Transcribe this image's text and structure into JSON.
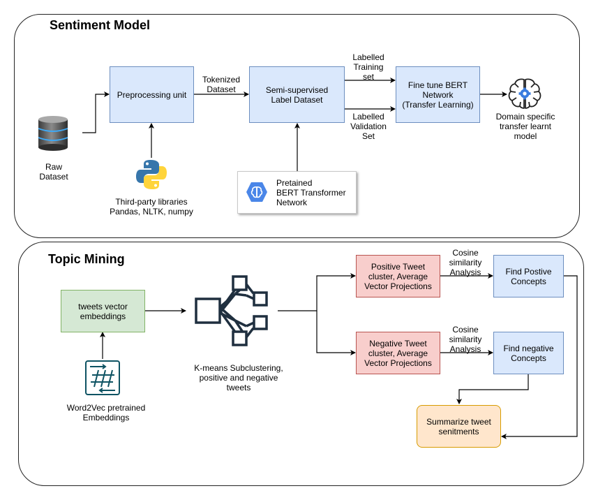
{
  "sentiment": {
    "title": "Sentiment Model",
    "raw_dataset": "Raw\nDataset",
    "preprocessing": "Preprocessing unit",
    "tokenized": "Tokenized\nDataset",
    "semi_supervised": "Semi-supervised\nLabel Dataset",
    "training_set": "Labelled\nTraining\nset",
    "validation_set": "Labelled\nValidation\nSet",
    "fine_tune": "Fine tune BERT\nNetwork\n(Transfer Learning)",
    "domain_model": "Domain specific\ntransfer learnt\nmodel",
    "libraries": "Third-party libraries\nPandas, NLTK, numpy",
    "pretrained": "Pretained\nBERT Transformer\nNetwork"
  },
  "topic": {
    "title": "Topic Mining",
    "tweets_vector": "tweets vector\nembeddings",
    "word2vec": "Word2Vec pretrained\nEmbeddings",
    "kmeans": "K-means Subclustering,\npositive and negative\ntweets",
    "positive_cluster": "Positive Tweet\ncluster, Average\nVector Projections",
    "negative_cluster": "Negative Tweet\ncluster, Average\nVector Projections",
    "cosine_1": "Cosine\nsimilarity\nAnalysis",
    "cosine_2": "Cosine\nsimilarity\nAnalysis",
    "find_positive": "Find Postive\nConcepts",
    "find_negative": "Find negative\nConcepts",
    "summarize": "Summarize tweet\nsenitments"
  },
  "colors": {
    "blue_fill": "#dae8fc",
    "green_fill": "#d5e8d4",
    "red_fill": "#f8cecc",
    "orange_fill": "#ffe6cc",
    "python_blue": "#3776ab",
    "python_yellow": "#ffd43b",
    "gcp_blue": "#4a86e8",
    "network_icon": "#1f2f3f",
    "word2vec_icon": "#0e5363"
  },
  "icons": [
    "database-icon",
    "python-logo-icon",
    "cloud-ai-icon",
    "brain-gear-icon",
    "network-graph-icon",
    "word2vec-icon"
  ]
}
